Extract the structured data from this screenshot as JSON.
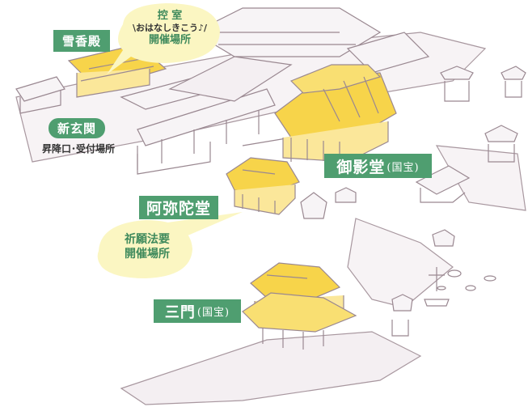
{
  "colors": {
    "label_green": "#4f9e70",
    "bubble_fill": "#fbf6c2",
    "bubble_text": "#3f8a5c",
    "roof_highlight": "#f7d44a",
    "line": "#8c7a84",
    "ground": "#eae3e8"
  },
  "labels": {
    "setsukaden": "雪香殿",
    "shingenkan": "新玄関",
    "goeidou": "御影堂",
    "goeidou_note": "(国宝)",
    "amidadou": "阿弥陀堂",
    "sanmon": "三門",
    "sanmon_note": "(国宝)"
  },
  "annotations": {
    "reception": "昇降口･受付場所"
  },
  "bubbles": {
    "waiting": {
      "line1": "控 室",
      "line2": "\\おはなしきこう♪/",
      "line3": "開催場所"
    },
    "prayer": {
      "line1": "祈願法要",
      "line2": "開催場所"
    }
  }
}
